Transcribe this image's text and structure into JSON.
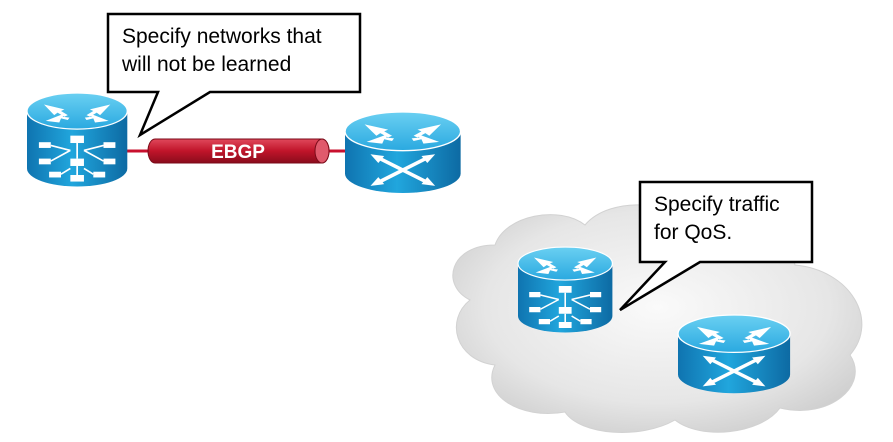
{
  "callouts": {
    "top_left": {
      "lines": [
        "Specify networks that",
        "will not be learned"
      ]
    },
    "right": {
      "lines": [
        "Specify traffic",
        "for QoS."
      ]
    }
  },
  "link": {
    "label": "EBGP",
    "color": "#c0142a",
    "link_line_color": "#c8102e"
  },
  "colors": {
    "router_top": "#39b8e6",
    "router_side": "#1a9bd7",
    "router_dark": "#0d6fa8",
    "cloud": "#e4e4e4"
  },
  "devices": [
    {
      "icon": "multilayer-switch-icon",
      "role": "left-router"
    },
    {
      "icon": "router-icon",
      "role": "right-router"
    },
    {
      "icon": "multilayer-switch-icon",
      "role": "cloud-router-top"
    },
    {
      "icon": "router-icon",
      "role": "cloud-router-bottom"
    }
  ]
}
